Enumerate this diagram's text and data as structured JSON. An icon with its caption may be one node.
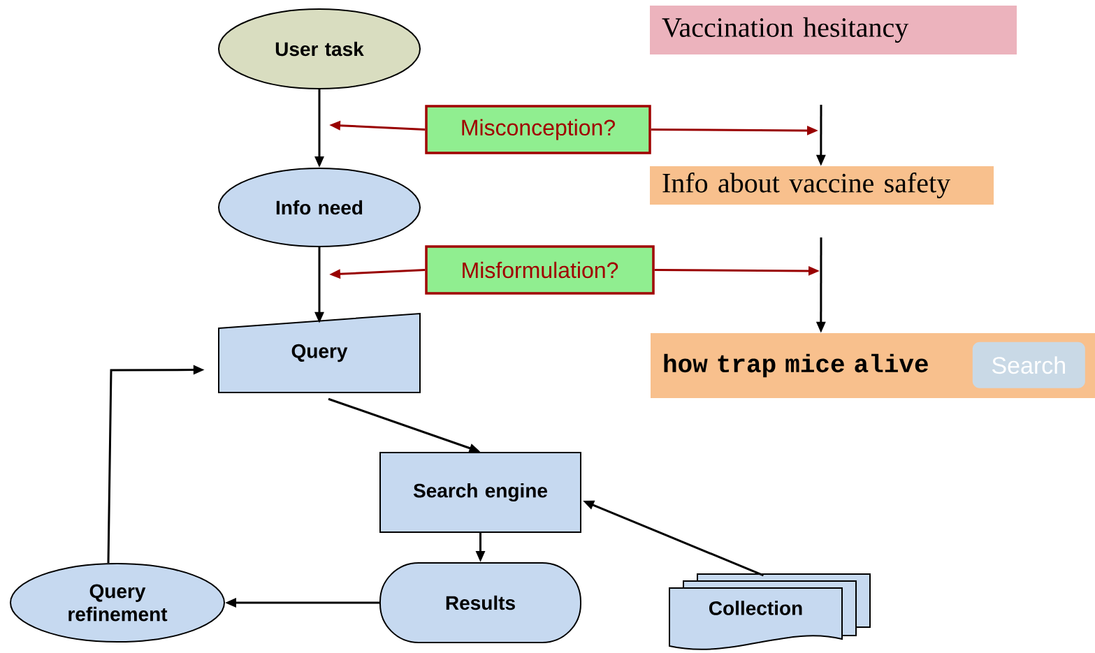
{
  "diagram": {
    "nodes": [
      {
        "text": [
          "User task"
        ]
      },
      {
        "text": [
          "Misconception?"
        ]
      },
      {
        "text": [
          "Vaccination hesitancy"
        ]
      },
      {
        "text": [
          "Info need"
        ]
      },
      {
        "text": [
          "Info about vaccine safety"
        ]
      },
      {
        "text": [
          "Misformulation?"
        ]
      },
      {
        "text": [
          "Query"
        ]
      },
      {
        "text": [
          "how trap mice alive"
        ]
      },
      {
        "text": [
          "Search"
        ],
        "in": 7
      },
      {
        "text": [
          "Search engine"
        ]
      },
      {
        "text": [
          "Query refinement"
        ]
      },
      {
        "text": [
          "Results"
        ]
      },
      {
        "text": [
          "Collection"
        ]
      }
    ],
    "edges": [
      {
        "from": 0,
        "to": 3,
        "arrow": "to"
      },
      {
        "from": 1,
        "to": null,
        "arrow": "to",
        "color": "#990000"
      },
      {
        "from": 1,
        "to": null,
        "arrow": "to",
        "color": "#990000"
      },
      {
        "from": null,
        "to": 4,
        "arrow": "to"
      },
      {
        "from": 3,
        "to": 6,
        "arrow": "to"
      },
      {
        "from": 5,
        "to": null,
        "arrow": "to",
        "color": "#990000"
      },
      {
        "from": 5,
        "to": null,
        "arrow": "to",
        "color": "#990000"
      },
      {
        "from": null,
        "to": 7,
        "arrow": "to"
      },
      {
        "from": 6,
        "to": 9,
        "arrow": "to"
      },
      {
        "from": 9,
        "to": 11,
        "arrow": "to"
      },
      {
        "from": 11,
        "to": 10,
        "arrow": "to"
      },
      {
        "from": 10,
        "to": 6,
        "arrow": "to"
      },
      {
        "from": 12,
        "to": 9,
        "arrow": "to"
      }
    ]
  }
}
